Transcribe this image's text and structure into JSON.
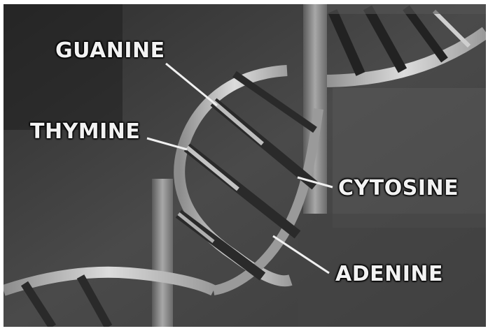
{
  "labels": {
    "guanine": "GUANINE",
    "thymine": "THYMINE",
    "cytosine": "CYTOSINE",
    "adenine": "ADENINE"
  },
  "colors": {
    "background": "#3a3a3a",
    "backbone": "#c8c8c8",
    "rung": "#2a2a2a",
    "label_text": "#f2f2f2"
  }
}
